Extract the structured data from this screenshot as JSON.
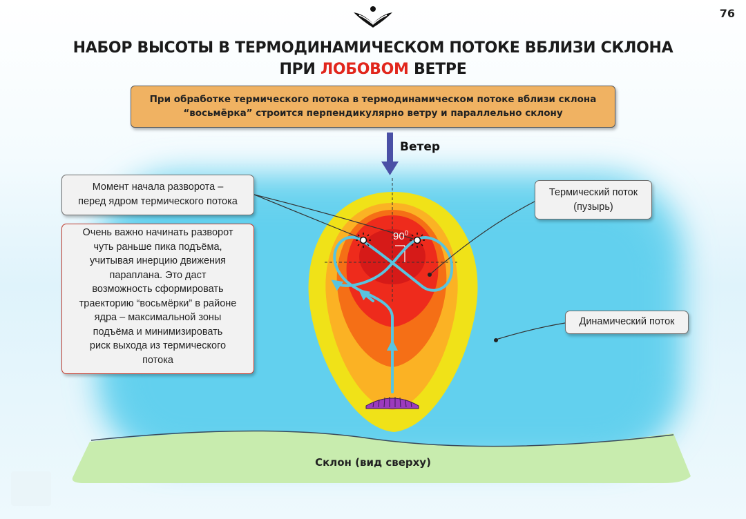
{
  "page_number": "76",
  "title": {
    "line1": "НАБОР ВЫСОТЫ В ТЕРМОДИНАМИЧЕСКОМ ПОТОКЕ ВБЛИЗИ СКЛОНА",
    "line2_prefix": "ПРИ ",
    "line2_highlight": "ЛОБОВОМ",
    "line2_suffix": " ВЕТРЕ"
  },
  "info_box": {
    "line1": "При обработке термического потока в термодинамическом потоке вблизи склона",
    "line2": "“восьмёрка” строится перпендикулярно ветру и параллельно склону"
  },
  "wind_label": "Ветер",
  "angle_label": "90",
  "angle_degree": "0",
  "callouts": {
    "turn_moment": {
      "line1": "Момент начала разворота –",
      "line2": "перед ядром термического потока"
    },
    "important": {
      "lines": [
        "Очень важно начинать разворот",
        "чуть раньше пика подъёма,",
        "учитывая инерцию движения",
        "параплана. Это даст",
        "возможность сформировать",
        "траекторию “восьмёрки” в районе",
        "ядра – максимальной зоны",
        "подъёма и минимизировать",
        "риск выхода из термического",
        "потока"
      ]
    },
    "thermal": {
      "line1": "Термический поток",
      "line2": "(пузырь)"
    },
    "dynamic": {
      "label": "Динамический поток"
    }
  },
  "slope_label": "Склон (вид сверху)",
  "colors": {
    "title_highlight": "#e1261c",
    "info_box_bg": "#f0b262",
    "sky_blue": "#74d6f0",
    "slope_green": "#c8ecae",
    "thermal_yellow": "#f0e218",
    "thermal_orange": "#fbb224",
    "thermal_dark_orange": "#f56f16",
    "thermal_red": "#ee2b1c",
    "thermal_core": "#d61a18",
    "trajectory": "#58c4e0",
    "wind_arrow": "#4a50a6",
    "glider": "#9c3bbd"
  }
}
